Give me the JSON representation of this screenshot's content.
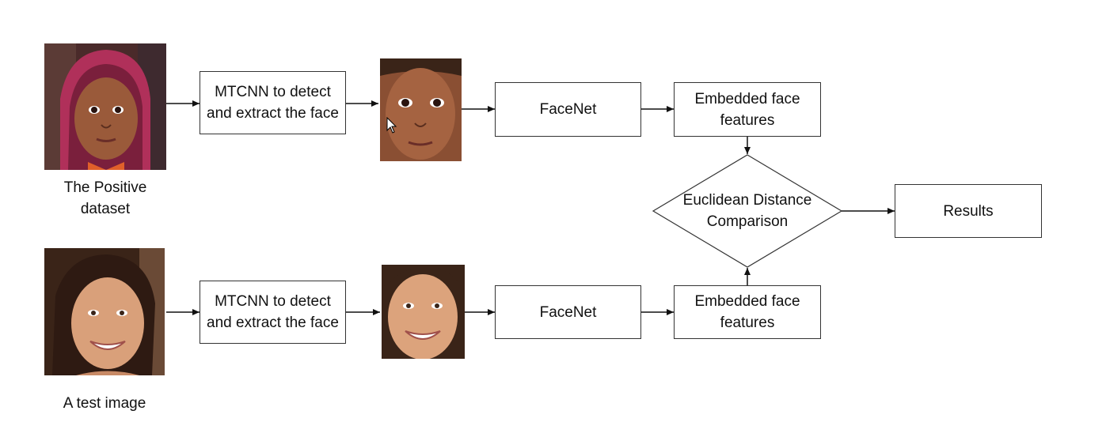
{
  "top_row": {
    "source_label": "The Positive dataset",
    "step1": "MTCNN to detect and extract the face",
    "step2": "FaceNet",
    "step3": "Embedded face features"
  },
  "bottom_row": {
    "source_label": "A test image",
    "step1": "MTCNN to detect and extract the face",
    "step2": "FaceNet",
    "step3": "Embedded face features"
  },
  "comparison": "Euclidean Distance Comparison",
  "results": "Results",
  "colors": {
    "stroke": "#333333",
    "child_scarf": "#b0305a",
    "child_skin": "#9a5a3a",
    "woman_hair": "#3a2418",
    "woman_skin": "#d9a07a"
  },
  "icons": [
    "child-face-photo",
    "child-face-crop",
    "woman-face-photo",
    "woman-face-crop",
    "mouse-cursor-icon"
  ]
}
